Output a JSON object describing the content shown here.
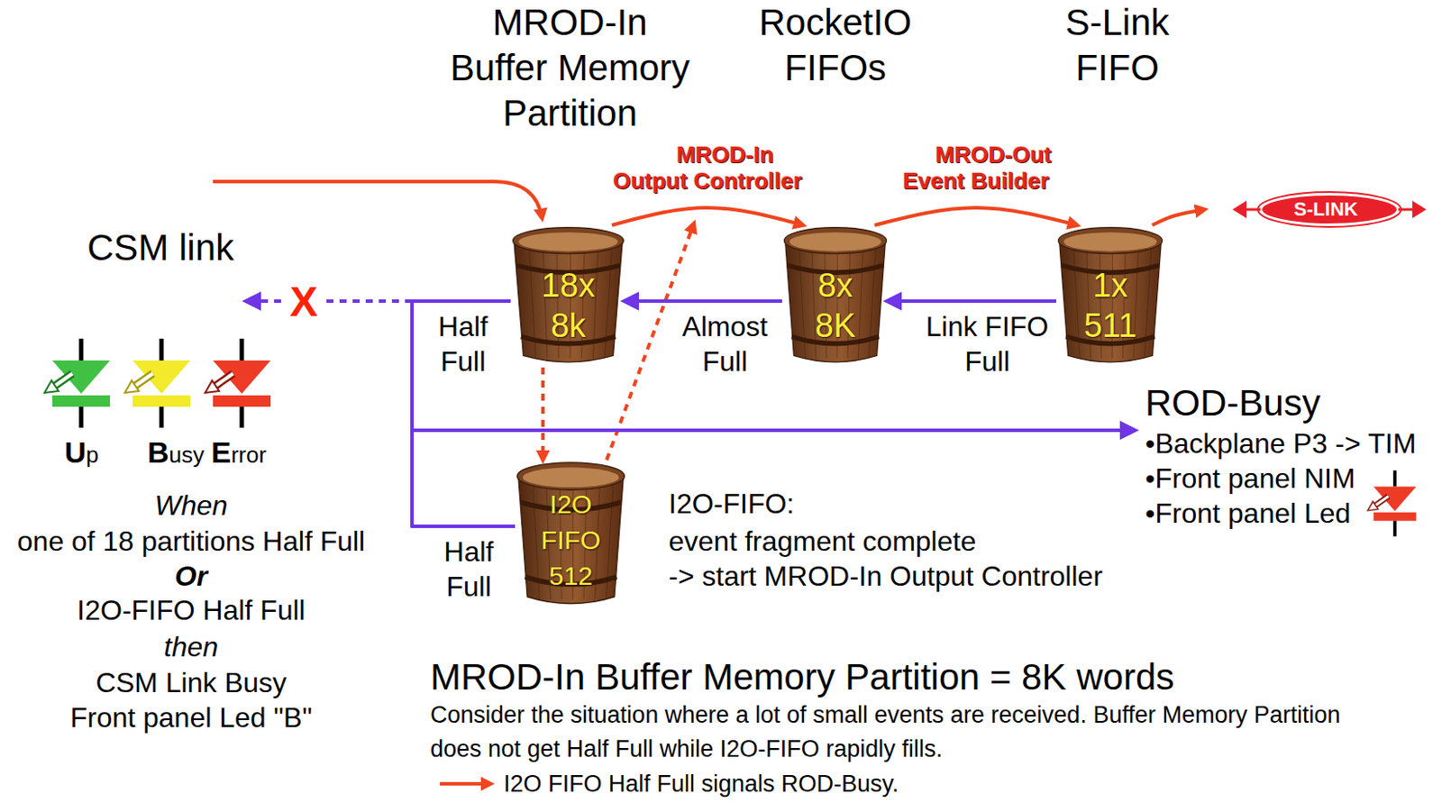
{
  "diagram": {
    "nodes": [
      {
        "text": [
          "18x 8k"
        ]
      },
      {
        "text": [
          "8x 8K"
        ]
      },
      {
        "text": [
          "1x 511"
        ]
      },
      {
        "text": [
          "S-LINK"
        ]
      },
      {
        "text": [
          "CSM link"
        ]
      },
      {
        "text": [
          "ROD-Busy",
          "•Backplane P3 -> TIM",
          "•Front panel NIM",
          "•Front panel Led"
        ]
      },
      {
        "text": [
          "I2O FIFO 512"
        ]
      }
    ],
    "edges": [
      {
        "from": 0,
        "to": 1,
        "arrow": "to",
        "label": "MROD-In Output Controller"
      },
      {
        "from": 1,
        "to": 2,
        "arrow": "to",
        "label": "MROD-Out Event Builder"
      },
      {
        "from": 2,
        "to": 3,
        "arrow": "to"
      },
      {
        "from": 1,
        "to": 0,
        "arrow": "to",
        "label": "Almost Full"
      },
      {
        "from": 2,
        "to": 1,
        "arrow": "to",
        "label": "Link FIFO Full"
      },
      {
        "from": 0,
        "to": 4,
        "arrow": "to",
        "label": "Half Full"
      },
      {
        "from": 0,
        "to": 5,
        "arrow": "to"
      },
      {
        "from": 6,
        "to": 4,
        "arrow": "to",
        "label": "Half Full"
      },
      {
        "from": 6,
        "to": 5,
        "arrow": "to"
      },
      {
        "from": 0,
        "to": 6,
        "arrow": "to"
      }
    ],
    "labels": [
      "MROD-In Buffer Memory Partition",
      "RocketIO FIFOs",
      "S-Link FIFO",
      "X",
      "Up",
      "Busy",
      "Error",
      "When",
      "one of 18 partitions Half Full",
      "Or",
      "I2O-FIFO Half Full",
      "then",
      "CSM Link Busy",
      "Front panel Led \"B\"",
      "I2O-FIFO:",
      "event fragment complete",
      "-> start MROD-In Output Controller",
      "MROD-In Buffer Memory Partition = 8K words",
      "Consider the situation where a lot of small events are received. Buffer Memory Partition does not get Half Full while I2O-FIFO rapidly fills.",
      "I2O FIFO Half Full signals ROD-Busy."
    ]
  }
}
